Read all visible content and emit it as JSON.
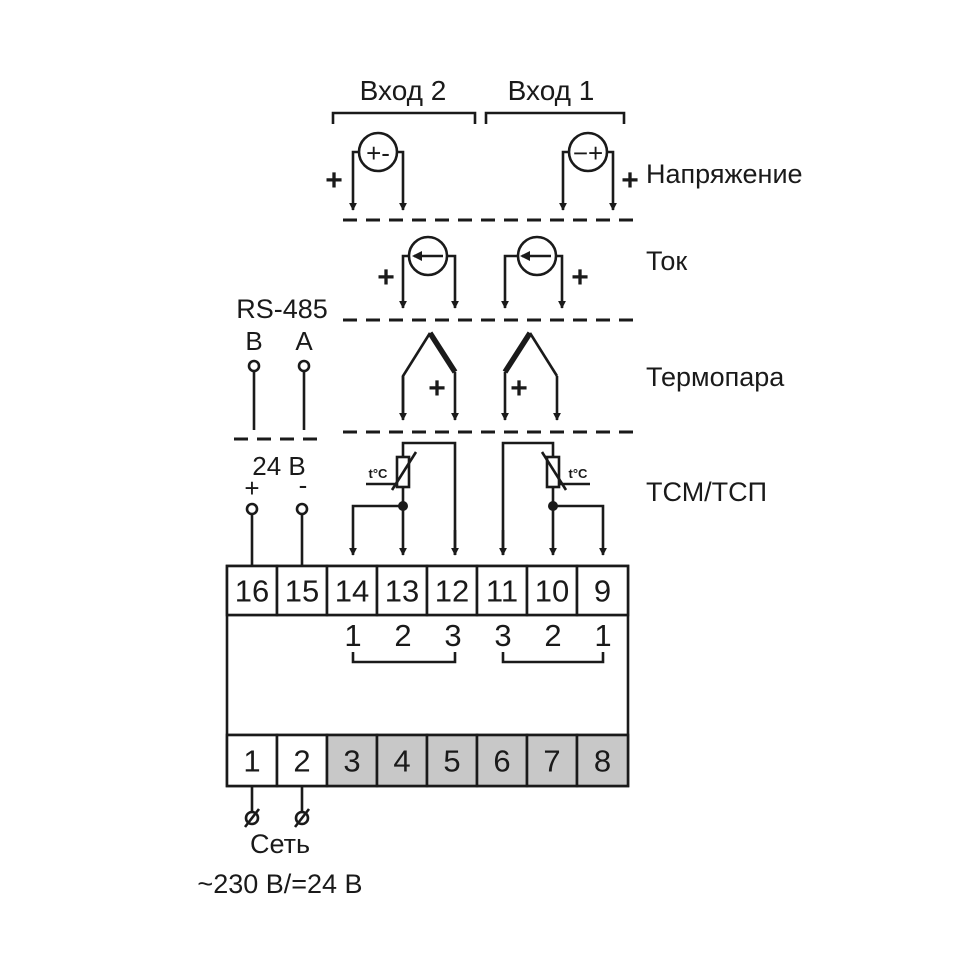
{
  "inputs": {
    "input2": "Вход 2",
    "input1": "Вход 1"
  },
  "modes": {
    "voltage": "Напряжение",
    "current": "Ток",
    "thermocouple": "Термопара",
    "rtd": "ТСМ/ТСП"
  },
  "symbols": {
    "voltage_input2": "+-",
    "voltage_input1": "−+",
    "plus": "+",
    "minus": "-",
    "temp": "t°C"
  },
  "rs485": {
    "title": "RS-485",
    "b": "B",
    "a": "A"
  },
  "power24": {
    "label": "24 В",
    "plus": "+",
    "minus": "-"
  },
  "terminals_top": [
    "16",
    "15",
    "14",
    "13",
    "12",
    "11",
    "10",
    "9"
  ],
  "pins_input2": [
    "1",
    "2",
    "3"
  ],
  "pins_input1": [
    "3",
    "2",
    "1"
  ],
  "terminals_bottom": [
    "1",
    "2",
    "3",
    "4",
    "5",
    "6",
    "7",
    "8"
  ],
  "mains": {
    "label": "Сеть",
    "spec": "~230 В/=24 В"
  },
  "colors": {
    "line": "#1a1a1a",
    "terminal_white": "#ffffff",
    "terminal_gray": "#c8c8c8"
  }
}
